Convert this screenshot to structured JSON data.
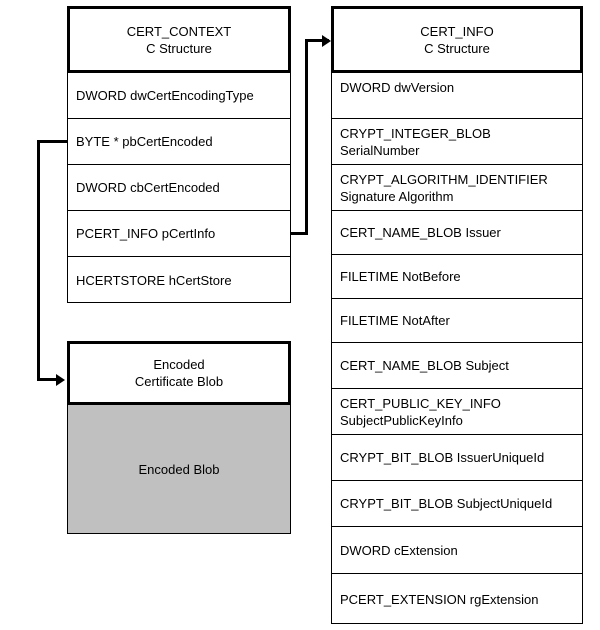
{
  "diagram": {
    "title": "CERT_CONTEXT and CERT_INFO C structures",
    "colors": {
      "line": "#000000",
      "background": "#ffffff",
      "blob_fill": "#c0c0c0"
    }
  },
  "cert_context": {
    "header": {
      "line1": "CERT_CONTEXT",
      "line2": "C Structure"
    },
    "fields": [
      {
        "text": "DWORD dwCertEncodingType"
      },
      {
        "text": "BYTE *  pbCertEncoded"
      },
      {
        "text": "DWORD  cbCertEncoded"
      },
      {
        "text": "PCERT_INFO  pCertInfo"
      },
      {
        "text": "HCERTSTORE  hCertStore"
      }
    ]
  },
  "cert_info": {
    "header": {
      "line1": "CERT_INFO",
      "line2": "C Structure"
    },
    "fields": [
      {
        "line1": "DWORD dwVersion",
        "line2": ""
      },
      {
        "line1": "CRYPT_INTEGER_BLOB",
        "line2": "SerialNumber"
      },
      {
        "line1": "CRYPT_ALGORITHM_IDENTIFIER",
        "line2": "Signature Algorithm"
      },
      {
        "line1": "CERT_NAME_BLOB Issuer",
        "line2": ""
      },
      {
        "line1": "FILETIME NotBefore",
        "line2": ""
      },
      {
        "line1": "FILETIME NotAfter",
        "line2": ""
      },
      {
        "line1": "CERT_NAME_BLOB Subject",
        "line2": ""
      },
      {
        "line1": "CERT_PUBLIC_KEY_INFO",
        "line2": "SubjectPublicKeyInfo"
      },
      {
        "line1": "CRYPT_BIT_BLOB IssuerUniqueId",
        "line2": ""
      },
      {
        "line1": "CRYPT_BIT_BLOB SubjectUniqueId",
        "line2": ""
      },
      {
        "line1": "DWORD cExtension",
        "line2": ""
      },
      {
        "line1": "PCERT_EXTENSION rgExtension",
        "line2": ""
      }
    ]
  },
  "encoded_blob": {
    "header": {
      "line1": "Encoded",
      "line2": "Certificate Blob"
    },
    "body_label": "Encoded Blob"
  }
}
